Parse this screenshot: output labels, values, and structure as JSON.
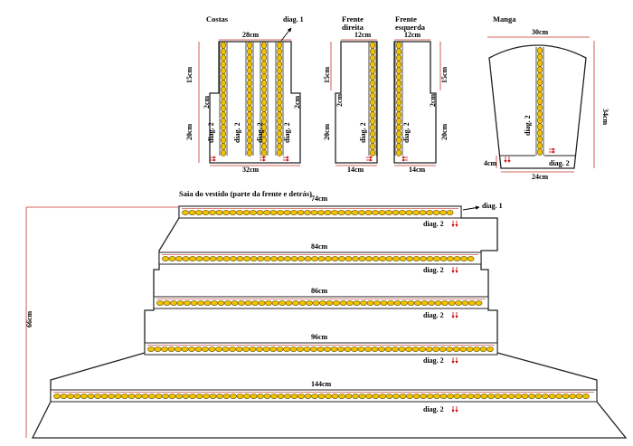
{
  "colors": {
    "outline": "#222222",
    "dimension_line": "#c0392b",
    "arrow_red": "#cc0000",
    "braid_fill": "#f2c200",
    "braid_stroke": "#5a4a00"
  },
  "pieces": {
    "costas": {
      "title": "Costas",
      "width_top": "28cm",
      "width_bottom": "32cm",
      "shoulder_height": "15cm",
      "body_height": "20cm",
      "side_gap_left": "2cm",
      "side_gap_right": "2cm",
      "diag1": "diag. 1",
      "diag2_labels": [
        "diag. 2",
        "diag. 2",
        "diag. 2",
        "diag. 2"
      ]
    },
    "frente_direita": {
      "title_line1": "Frente",
      "title_line2": "direita",
      "width_top": "12cm",
      "width_bottom": "14cm",
      "shoulder_height": "15cm",
      "body_height": "20cm",
      "side_gap": "2cm",
      "diag2": "diag. 2"
    },
    "frente_esquerda": {
      "title_line1": "Frente",
      "title_line2": "esquerda",
      "width_top": "12cm",
      "width_bottom": "14cm",
      "shoulder_height": "15cm",
      "body_height": "20cm",
      "side_gap": "2cm",
      "diag2": "diag. 2"
    },
    "manga": {
      "title": "Manga",
      "width_top": "30cm",
      "width_bottom": "24cm",
      "height": "34cm",
      "cuff": "4cm",
      "diag2_labels": [
        "diag. 2",
        "diag. 2"
      ]
    }
  },
  "skirt": {
    "title": "Saia do vestido (parte da frente e detrás)",
    "height": "66cm",
    "diag1": "diag. 1",
    "tiers": [
      {
        "width": "74cm",
        "diag": "diag. 2"
      },
      {
        "width": "84cm",
        "diag": "diag. 2"
      },
      {
        "width": "86cm",
        "diag": "diag. 2"
      },
      {
        "width": "96cm",
        "diag": "diag. 2"
      },
      {
        "width": "144cm",
        "diag": "diag. 2"
      }
    ]
  }
}
